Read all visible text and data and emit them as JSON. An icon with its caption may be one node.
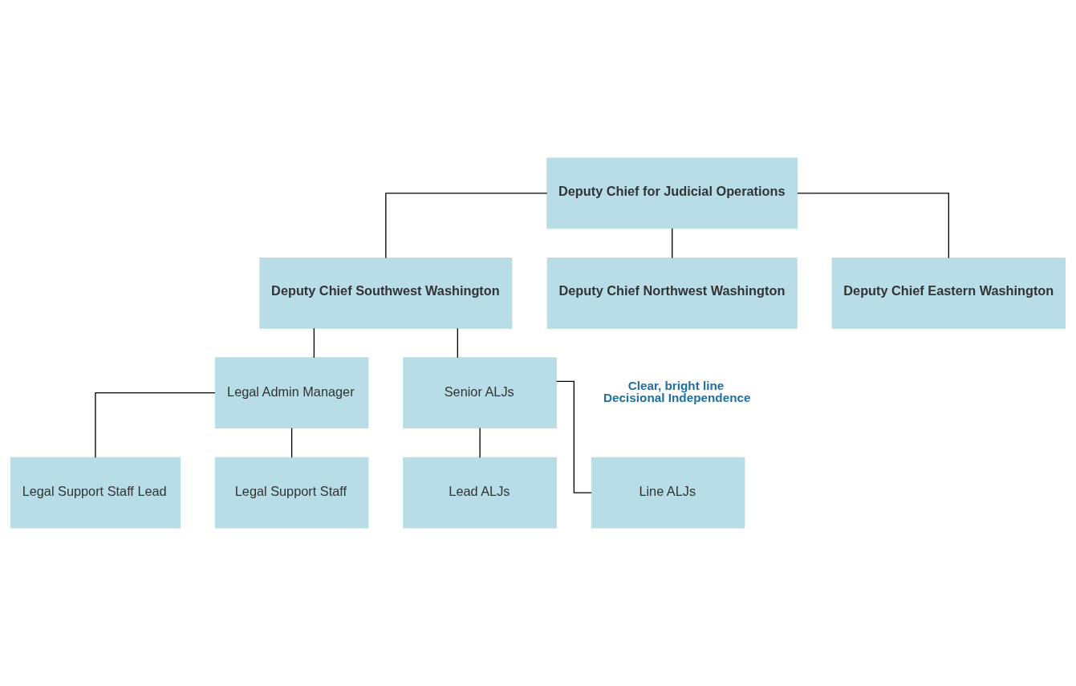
{
  "diagram": {
    "nodes": [
      {
        "text": [
          "Deputy Chief for Judicial Operations"
        ]
      },
      {
        "text": [
          "Deputy Chief Southwest Washington"
        ]
      },
      {
        "text": [
          "Deputy Chief Northwest Washington"
        ]
      },
      {
        "text": [
          "Deputy Chief Eastern Washington"
        ]
      },
      {
        "text": [
          "Legal Admin Manager"
        ]
      },
      {
        "text": [
          "Senior ALJs"
        ]
      },
      {
        "text": [
          "Legal Support Staff Lead"
        ]
      },
      {
        "text": [
          "Legal Support Staff"
        ]
      },
      {
        "text": [
          "Lead ALJs"
        ]
      },
      {
        "text": [
          "Line ALJs"
        ]
      }
    ],
    "edges": [
      {
        "from": 0,
        "to": 1,
        "arrow": "none"
      },
      {
        "from": 0,
        "to": 2,
        "arrow": "none"
      },
      {
        "from": 0,
        "to": 3,
        "arrow": "none"
      },
      {
        "from": 1,
        "to": 4,
        "arrow": "none"
      },
      {
        "from": 1,
        "to": 5,
        "arrow": "none"
      },
      {
        "from": 4,
        "to": 6,
        "arrow": "none"
      },
      {
        "from": 4,
        "to": 7,
        "arrow": "none"
      },
      {
        "from": 5,
        "to": 8,
        "arrow": "none"
      },
      {
        "from": 5,
        "to": 9,
        "arrow": "none"
      }
    ],
    "labels": [
      "Clear, bright line",
      "Decisional Independence"
    ]
  }
}
